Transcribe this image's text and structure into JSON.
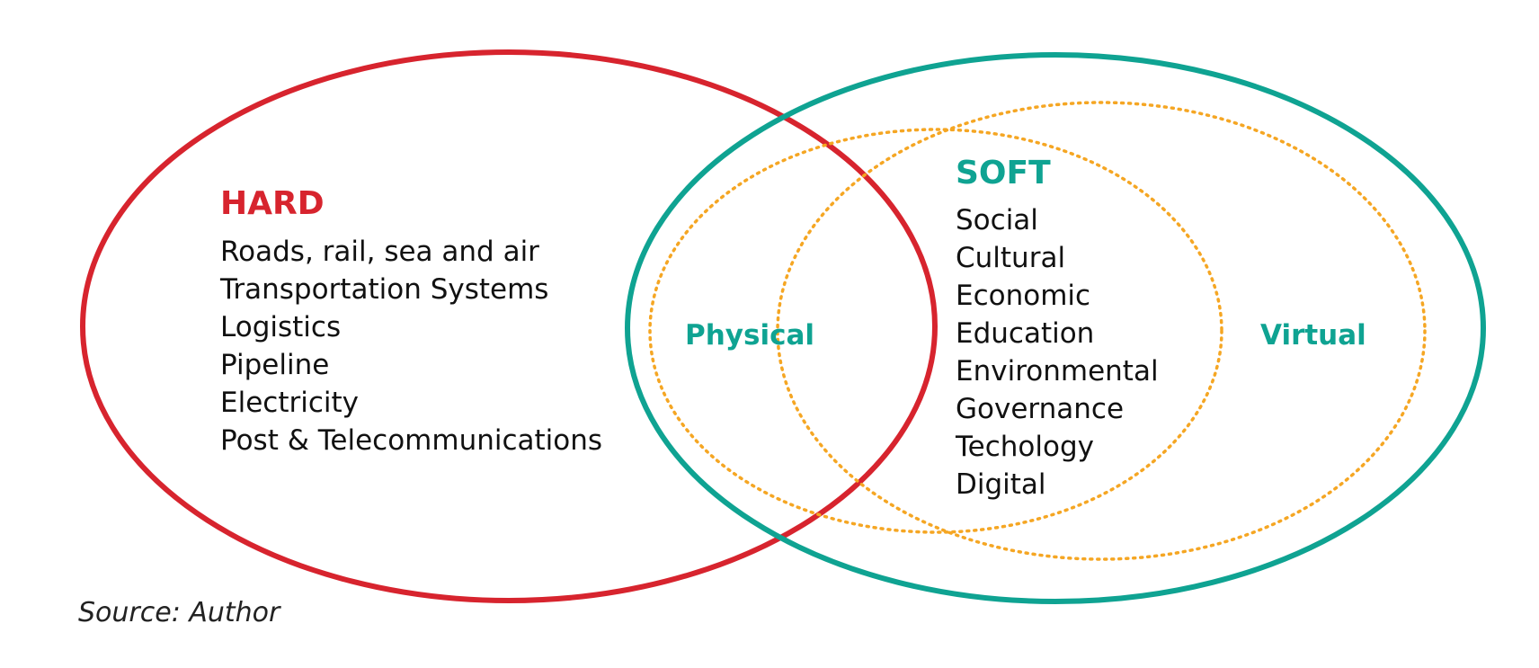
{
  "colors": {
    "hard": "#d7242e",
    "soft": "#0fa392",
    "dotted": "#f5a623",
    "text": "#111111"
  },
  "hard": {
    "title": "HARD",
    "items": [
      "Roads, rail, sea and air",
      "Transportation Systems",
      "Logistics",
      "Pipeline",
      "Electricity",
      "Post & Telecommunications"
    ]
  },
  "soft": {
    "title": "SOFT",
    "items": [
      "Social",
      "Cultural",
      "Economic",
      "Education",
      "Environmental",
      "Governance",
      "Techology",
      "Digital"
    ]
  },
  "regions": {
    "physical": "Physical",
    "virtual": "Virtual"
  },
  "source": "Source: Author"
}
